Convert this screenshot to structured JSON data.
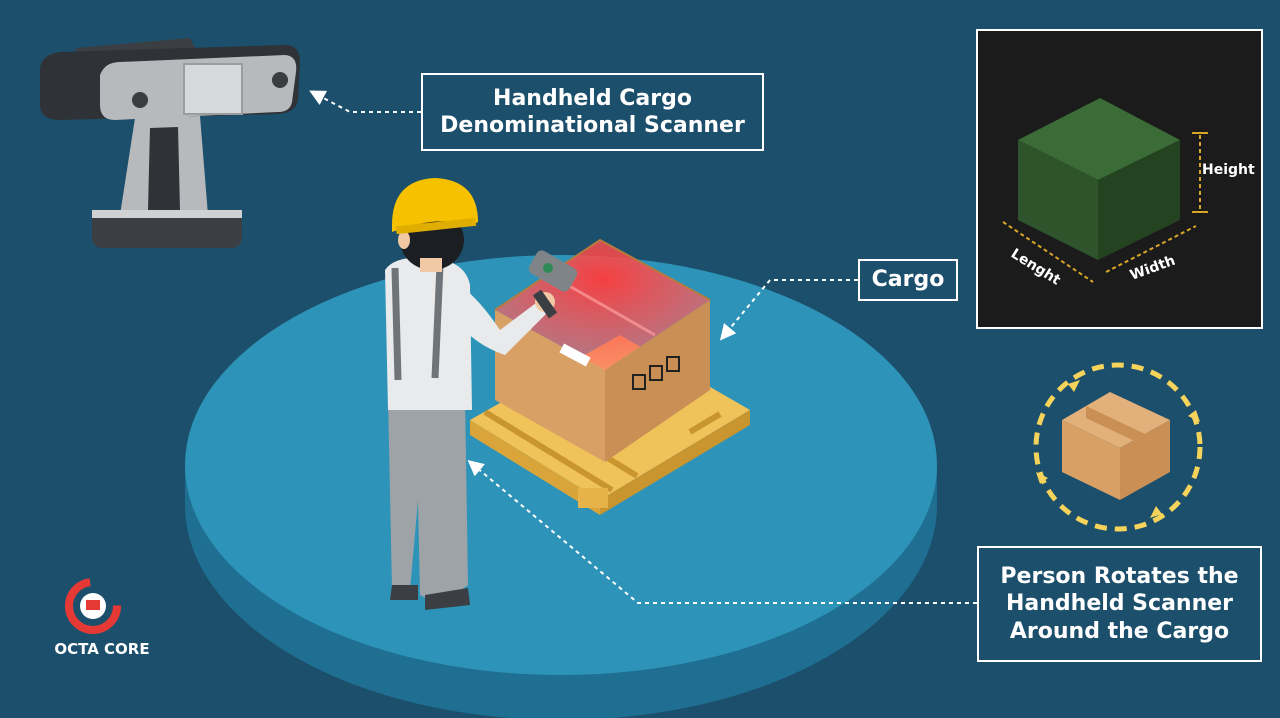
{
  "labels": {
    "scanner": [
      "Handheld Cargo",
      "Denominational Scanner"
    ],
    "cargo": "Cargo",
    "person": [
      "Person Rotates the",
      "Handheld Scanner",
      "Around the Cargo"
    ]
  },
  "dimensions": {
    "height": "Height",
    "length": "Lenght",
    "width": "Width"
  },
  "logo": {
    "name": "OCTA CORE"
  },
  "colors": {
    "background": "#1c4f6b",
    "platform_top": "#2e93b8",
    "platform_side": "#1f6f92",
    "accent_yellow": "#f6c200",
    "box_green": "#2f4f2c",
    "scan_red": "#ff4a4a",
    "logo_red": "#e53935"
  }
}
